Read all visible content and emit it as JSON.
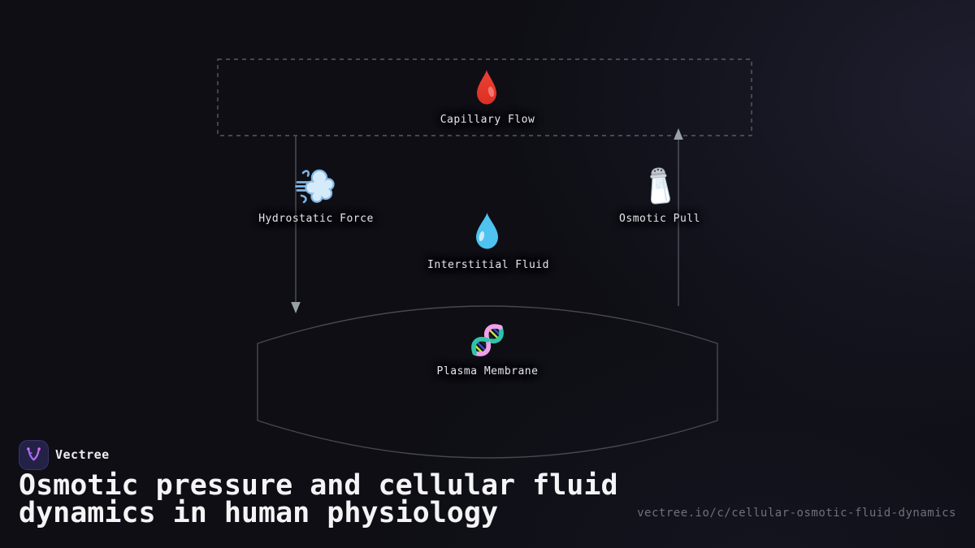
{
  "brand": {
    "name": "Vectree",
    "logo_icon": "vectree-logo",
    "logo_bg": "#242147",
    "logo_accent": "#a855f7"
  },
  "title": {
    "lines": [
      "Osmotic pressure and cellular fluid",
      "dynamics in human physiology"
    ]
  },
  "footer": {
    "url": "vectree.io/c/cellular-osmotic-fluid-dynamics"
  },
  "diagram": {
    "nodes": [
      {
        "id": "capillary-flow",
        "label": "Capillary Flow",
        "icon": "blood-drop-icon",
        "shape": "dashed-rectangle"
      },
      {
        "id": "hydrostatic-force",
        "label": "Hydrostatic Force",
        "icon": "wind-dash-icon",
        "shape": "none"
      },
      {
        "id": "interstitial-fluid",
        "label": "Interstitial Fluid",
        "icon": "droplet-icon",
        "shape": "none"
      },
      {
        "id": "osmotic-pull",
        "label": "Osmotic Pull",
        "icon": "salt-shaker-icon",
        "shape": "none"
      },
      {
        "id": "plasma-membrane",
        "label": "Plasma Membrane",
        "icon": "dna-icon",
        "shape": "lens"
      }
    ],
    "edges": [
      {
        "from": "capillary-flow",
        "to": "plasma-membrane",
        "direction": "down",
        "via": "hydrostatic-force"
      },
      {
        "from": "plasma-membrane",
        "to": "capillary-flow",
        "direction": "up",
        "via": "osmotic-pull"
      }
    ],
    "colors": {
      "background": "#0e0e14",
      "background_glow": "#2c2c46",
      "edge_line": "#5a5e66",
      "arrowhead": "#9aa0a8",
      "dashed_border": "#575c64",
      "lens_stroke": "#474850",
      "label_text": "#e6e6ea",
      "title_text": "#f4f4f6",
      "url_text": "#70707e",
      "blood_red": "#e23b2e",
      "droplet_blue": "#4fc3f0",
      "wind_blue": "#7db7e8",
      "dna_pink": "#f2a0ea",
      "dna_teal": "#2ec4a9"
    }
  }
}
